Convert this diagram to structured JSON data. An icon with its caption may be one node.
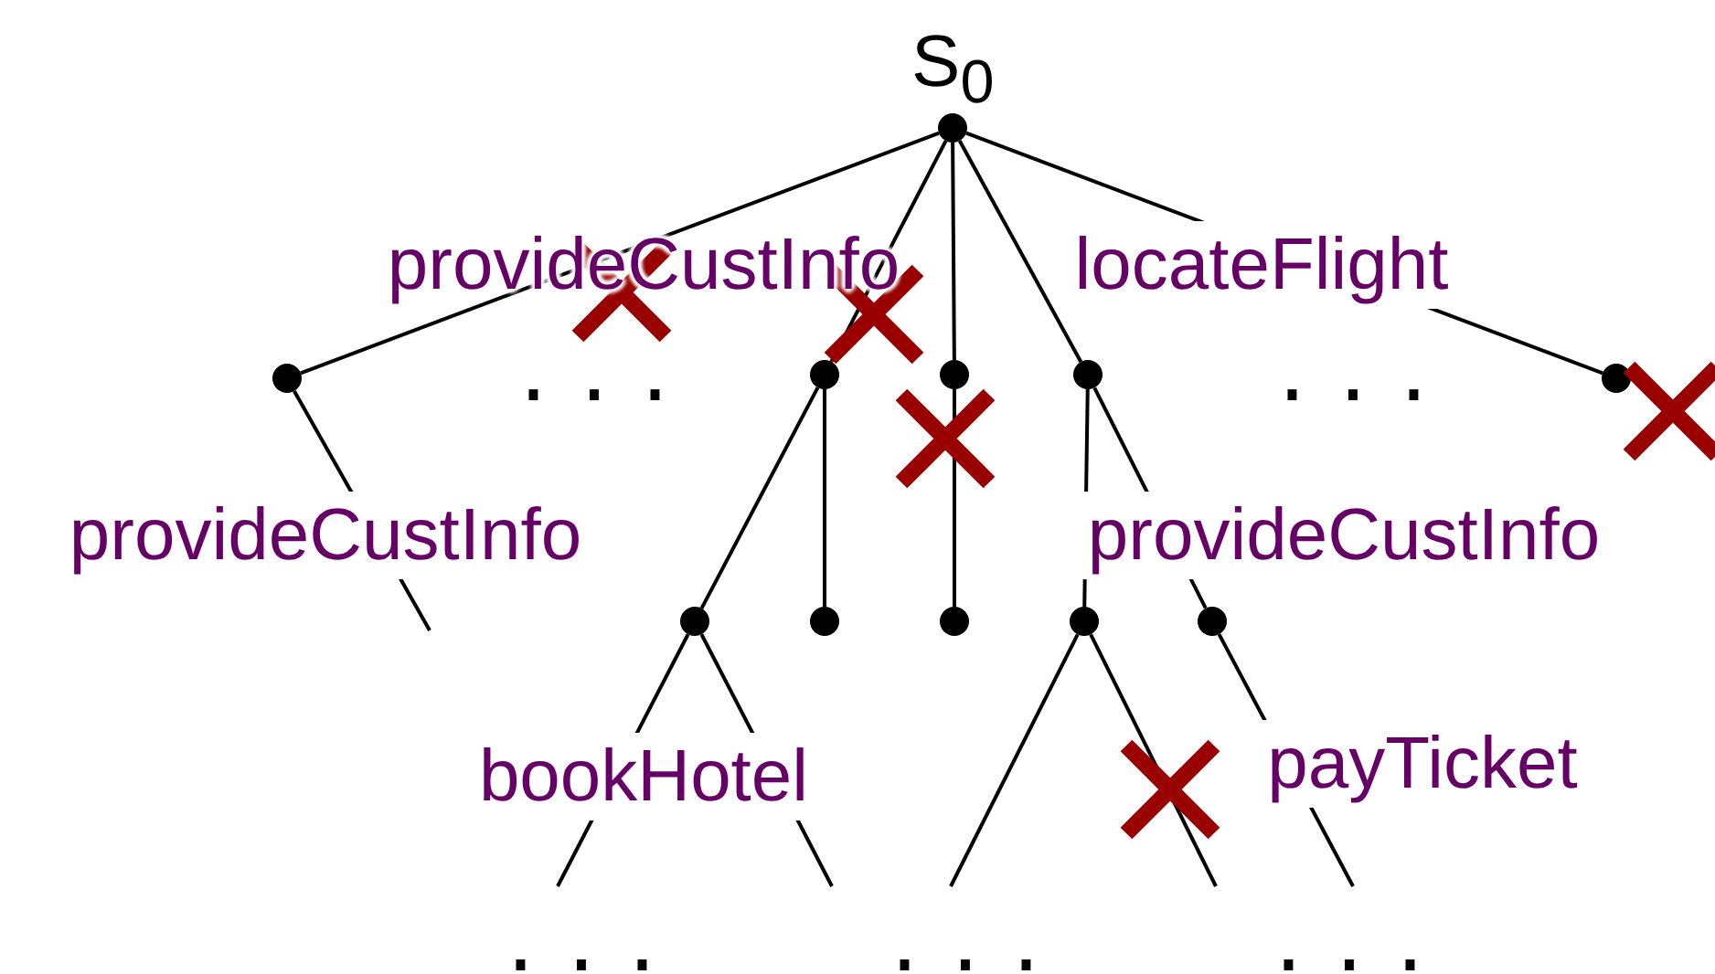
{
  "diagram": {
    "nodes": [
      {
        "text": [
          "S$_{0}$"
        ]
      },
      {
        "text": [],
        "shape": "circle"
      },
      {
        "text": [],
        "shape": "circle"
      },
      {
        "text": [],
        "shape": "circle"
      },
      {
        "text": [],
        "shape": "circle"
      },
      {
        "text": [],
        "shape": "circle"
      },
      {
        "text": [],
        "shape": "circle"
      },
      {
        "text": [],
        "shape": "circle"
      },
      {
        "text": [],
        "shape": "circle"
      },
      {
        "text": [],
        "shape": "circle"
      },
      {
        "text": [],
        "shape": "circle"
      }
    ],
    "edges": [
      {
        "from": 0,
        "to": 1,
        "arrow": "none",
        "label": "provideCustInfo"
      },
      {
        "from": 0,
        "to": 2,
        "arrow": "none"
      },
      {
        "from": 0,
        "to": 3,
        "arrow": "none"
      },
      {
        "from": 0,
        "to": 4,
        "arrow": "none"
      },
      {
        "from": 0,
        "to": 5,
        "arrow": "none",
        "label": "locateFlight"
      },
      {
        "from": 1,
        "to": null,
        "arrow": "none",
        "label": "provideCustInfo"
      },
      {
        "from": 2,
        "to": 6,
        "arrow": "none"
      },
      {
        "from": 2,
        "to": 7,
        "arrow": "none"
      },
      {
        "from": 3,
        "to": 8,
        "arrow": "none"
      },
      {
        "from": 4,
        "to": 9,
        "arrow": "none"
      },
      {
        "from": 4,
        "to": 10,
        "arrow": "none",
        "label": "provideCustInfo"
      },
      {
        "from": 6,
        "to": null,
        "arrow": "none",
        "label": "bookHotel"
      },
      {
        "from": 6,
        "to": null,
        "arrow": "none"
      },
      {
        "from": 9,
        "to": null,
        "arrow": "none"
      },
      {
        "from": 9,
        "to": null,
        "arrow": "none"
      },
      {
        "from": 10,
        "to": null,
        "arrow": "none",
        "label": "payTicket"
      }
    ],
    "labels": [
      "...",
      "...",
      "...",
      "...",
      "..."
    ]
  }
}
